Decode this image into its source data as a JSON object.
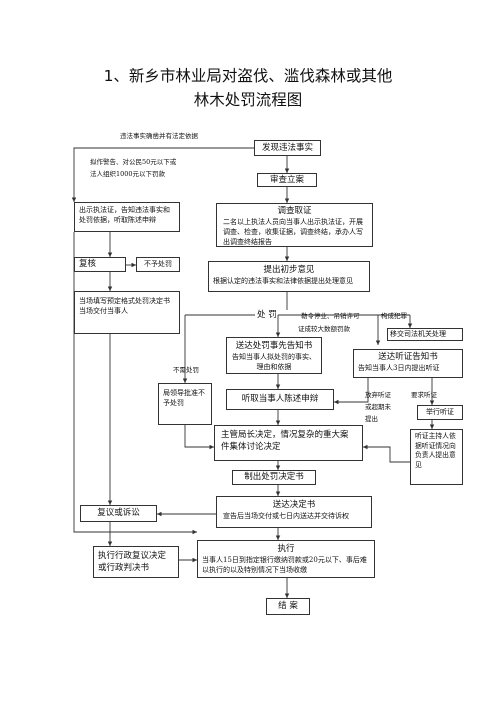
{
  "title": {
    "line1": "1、新乡市林业局对盗伐、滥伐森林或其他",
    "line2": "林木处罚流程图"
  },
  "nodes": {
    "discover": "发现违法事实",
    "register": "审查立案",
    "investigate_title": "调查取证",
    "investigate_body": "二名以上执法人员向当事人出示执法证，开展调查、检查，收集证据，调查终结，承办人写出调查终结报告",
    "notify_left": "出示执法证，告知违法事实和处罚依据，听取陈述申辩",
    "review": "复核",
    "no_punish_top": "不予处罚",
    "proposal_title": "提出初步意见",
    "proposal_body": "根据认定的违法事实和法律依据提出处理意见",
    "onsite": "当场填写预定格式处罚决定书当场交付当事人",
    "punish_label": "处 罚",
    "prior_notice_title": "送达处罚事先告知书",
    "prior_notice_body": "告知当事人拟处罚的事实、理由和依据",
    "hearing_notice_title": "送达听证告知书",
    "hearing_notice_body": "告知当事人3日内提出听证",
    "transfer": "移交司法机关处理",
    "minor_no_punish": "局领导批准不予处罚",
    "defense": "听取当事人陈述申辩",
    "hold_hearing": "举行听证",
    "hearing_host": "听证主持人依据听证情况向负责人提出意见",
    "director": "主管局长决定，情况复杂的重大案件集体讨论决定",
    "decision": "制出处罚决定书",
    "deliver_title": "送达决定书",
    "deliver_body": "宣告后当场交付或七日内送达并交待诉权",
    "appeal": "复议或诉讼",
    "exec_ruling": "执行行政复议决定或行政判决书",
    "execute_title": "执行",
    "execute_body": "当事人15日到指定银行缴纳罚款或20元以下、事后难以执行的以及特别情况下当场收缴",
    "close": "结 案"
  },
  "labels": {
    "simple_basis": "违法事实确凿并有法定依据",
    "simple_amount_l1": "拟作警告、对公民50元以下或",
    "simple_amount_l2": "法人组织1000元以下罚款",
    "suspend": "勒令停业、吊销许可",
    "large_fine": "证成较大数额罚款",
    "crime": "构成犯罪",
    "not_punish": "不需处罚",
    "waive_l1": "放弃听证",
    "waive_l2": "或超期未",
    "waive_l3": "提出",
    "request_hearing": "要求听证"
  }
}
